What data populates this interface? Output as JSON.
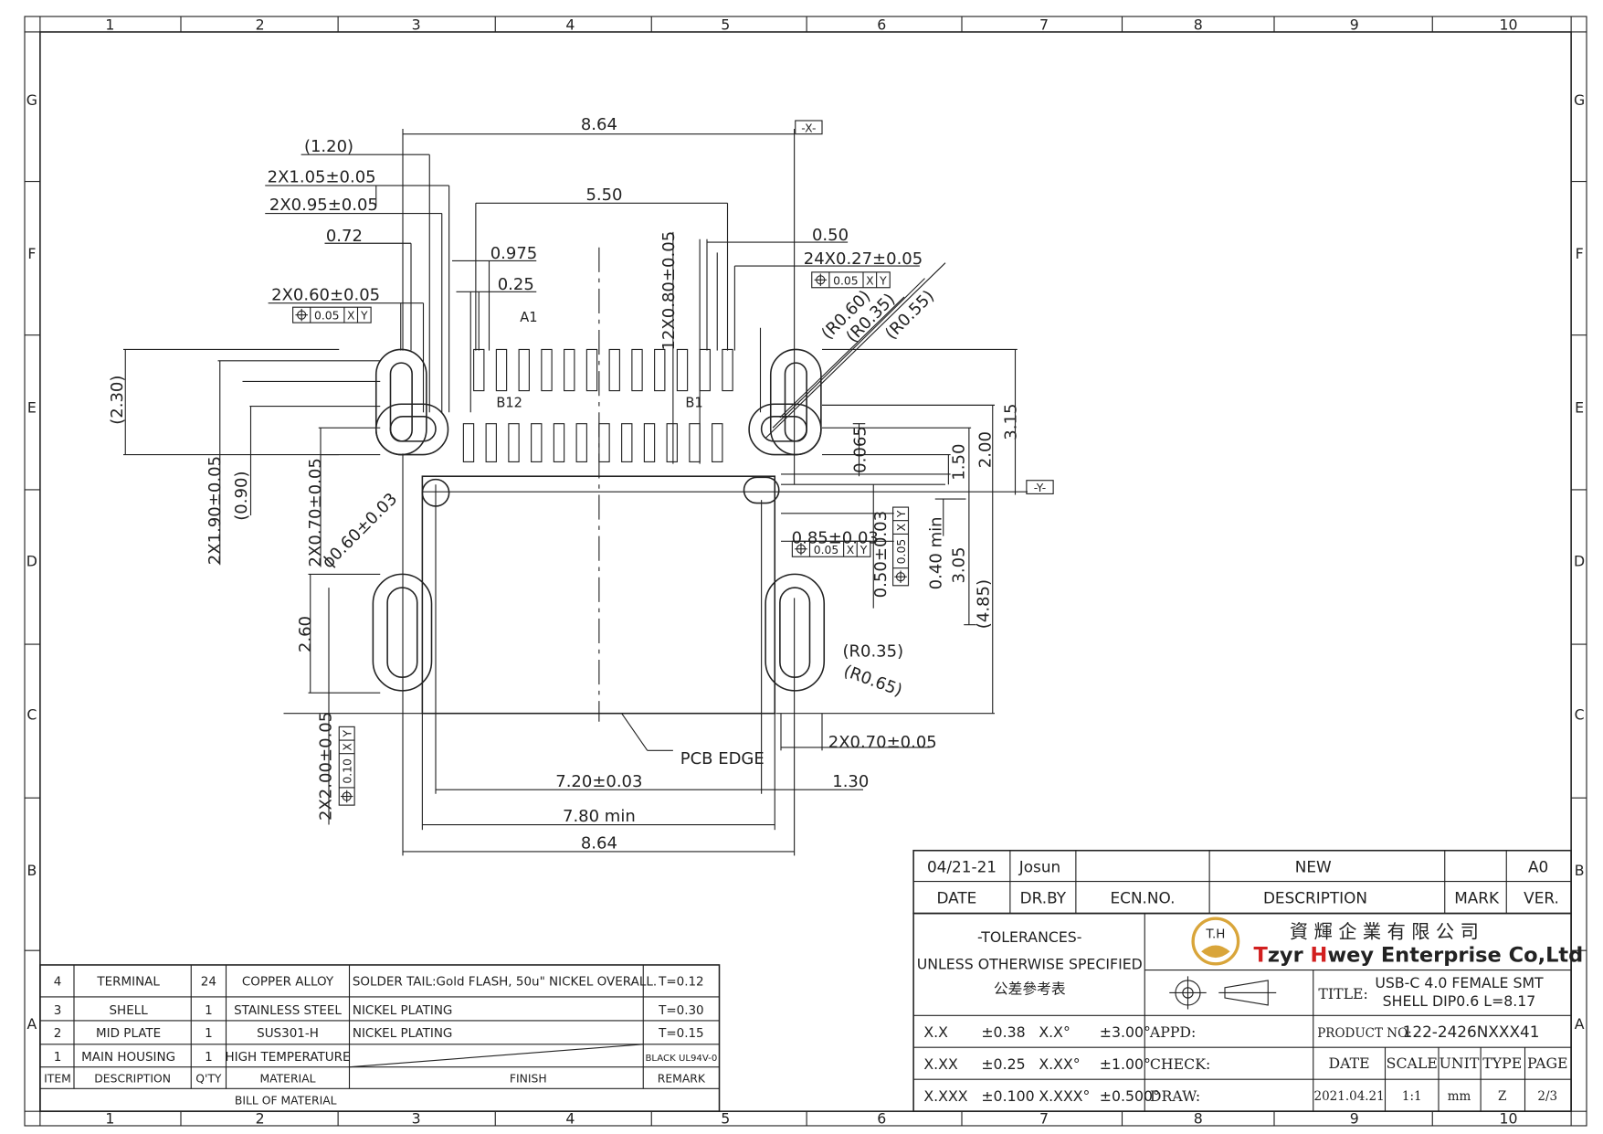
{
  "frame": {
    "columns": [
      "1",
      "2",
      "3",
      "4",
      "5",
      "6",
      "7",
      "8",
      "9",
      "10"
    ],
    "rows": [
      "G",
      "F",
      "E",
      "D",
      "C",
      "B",
      "A"
    ]
  },
  "datums": {
    "x": "-X-",
    "y": "-Y-"
  },
  "fcf": {
    "tol": "0.05",
    "tol2": "0.10",
    "a": "X",
    "b": "Y"
  },
  "dims": {
    "top_width": "8.64",
    "ref_120": "(1.20)",
    "w105": "2X1.05±0.05",
    "w095": "2X0.95±0.05",
    "d072": "0.72",
    "d0975": "0.975",
    "d025": "0.25",
    "w060": "2X0.60±0.05",
    "d550": "5.50",
    "pitch": "12X0.80±0.05",
    "d050": "0.50",
    "pad": "24X0.27±0.05",
    "r060": "(R0.60)",
    "r035": "(R0.35)",
    "r055": "(R0.55)",
    "a1": "A1",
    "b12": "B12",
    "b1": "B1",
    "ref230": "(2.30)",
    "h190": "2X1.90±0.05",
    "ref090": "(0.90)",
    "h070": "2X0.70±0.05",
    "dia060": "ϕ0.60±0.03",
    "d0065": "0.065",
    "d150": "1.50",
    "d200": "2.00",
    "d315": "3.15",
    "d085": "0.85±0.03",
    "d050b": "0.50±0.03",
    "d040": "0.40  min",
    "d305": "3.05",
    "ref485": "(4.85)",
    "d260": "2.60",
    "r035b": "(R0.35)",
    "r065": "(R0.65)",
    "h200": "2X2.00±0.05",
    "pcb_edge": "PCB EDGE",
    "w070": "2X0.70±0.05",
    "w720": "7.20±0.03",
    "d130": "1.30",
    "w780": "7.80  min",
    "bottom_width": "8.64"
  },
  "bom": {
    "title": "BILL OF MATERIAL",
    "headers": [
      "ITEM",
      "DESCRIPTION",
      "Q'TY",
      "MATERIAL",
      "FINISH",
      "REMARK"
    ],
    "rows": [
      [
        "4",
        "TERMINAL",
        "24",
        "COPPER ALLOY",
        "SOLDER TAIL:Gold FLASH, 50u\" NICKEL OVERALL.",
        "T=0.12"
      ],
      [
        "3",
        "SHELL",
        "1",
        "STAINLESS STEEL",
        "NICKEL PLATING",
        "T=0.30"
      ],
      [
        "2",
        "MID PLATE",
        "1",
        "SUS301-H",
        "NICKEL PLATING",
        "T=0.15"
      ],
      [
        "1",
        "MAIN HOUSING",
        "1",
        "HIGH TEMPERATURE",
        "",
        "BLACK UL94V-0"
      ]
    ]
  },
  "revision": {
    "date": "04/21-21",
    "drawn_by": "Josun",
    "ecn": "",
    "description": "NEW",
    "mark": "",
    "version": "A0",
    "labels": [
      "DATE",
      "DR.BY",
      "ECN.NO.",
      "DESCRIPTION",
      "MARK",
      "VER."
    ]
  },
  "tolerances": {
    "title": "-TOLERANCES-",
    "line1": "UNLESS OTHERWISE SPECIFIED",
    "line2": "公差參考表",
    "rows": [
      [
        "X.X",
        "±0.38",
        "X.X°",
        "±3.00°"
      ],
      [
        "X.XX",
        "±0.25",
        "X.XX°",
        "±1.00°"
      ],
      [
        "X.XXX",
        "±0.100",
        "X.XXX°",
        "±0.500°"
      ]
    ]
  },
  "company": {
    "logo_text": "T.H",
    "name_zh": "資 輝 企 業 有 限 公 司",
    "name_en_1": "T",
    "name_en_2": "zyr ",
    "name_en_3": "H",
    "name_en_4": "wey Enterprise Co,Ltd"
  },
  "title_block": {
    "title_label": "TITLE:",
    "title_line1": "USB-C 4.0 FEMALE SMT",
    "title_line2": "SHELL DIP0.6 L=8.17",
    "appd_label": "APPD:",
    "check_label": "CHECK:",
    "draw_label": "DRAW:",
    "product_label": "PRODUCT NO:",
    "product_no": "122-2426NXXX41",
    "col_headers": [
      "DATE",
      "SCALE",
      "UNIT",
      "TYPE",
      "PAGE"
    ],
    "date": "2021.04.21",
    "scale": "1:1",
    "unit": "mm",
    "type": "Z",
    "page": "2/3"
  },
  "colors": {
    "line": "#222222",
    "logo_gold": "#d9a53a",
    "brand_red": "#d21f1f"
  }
}
